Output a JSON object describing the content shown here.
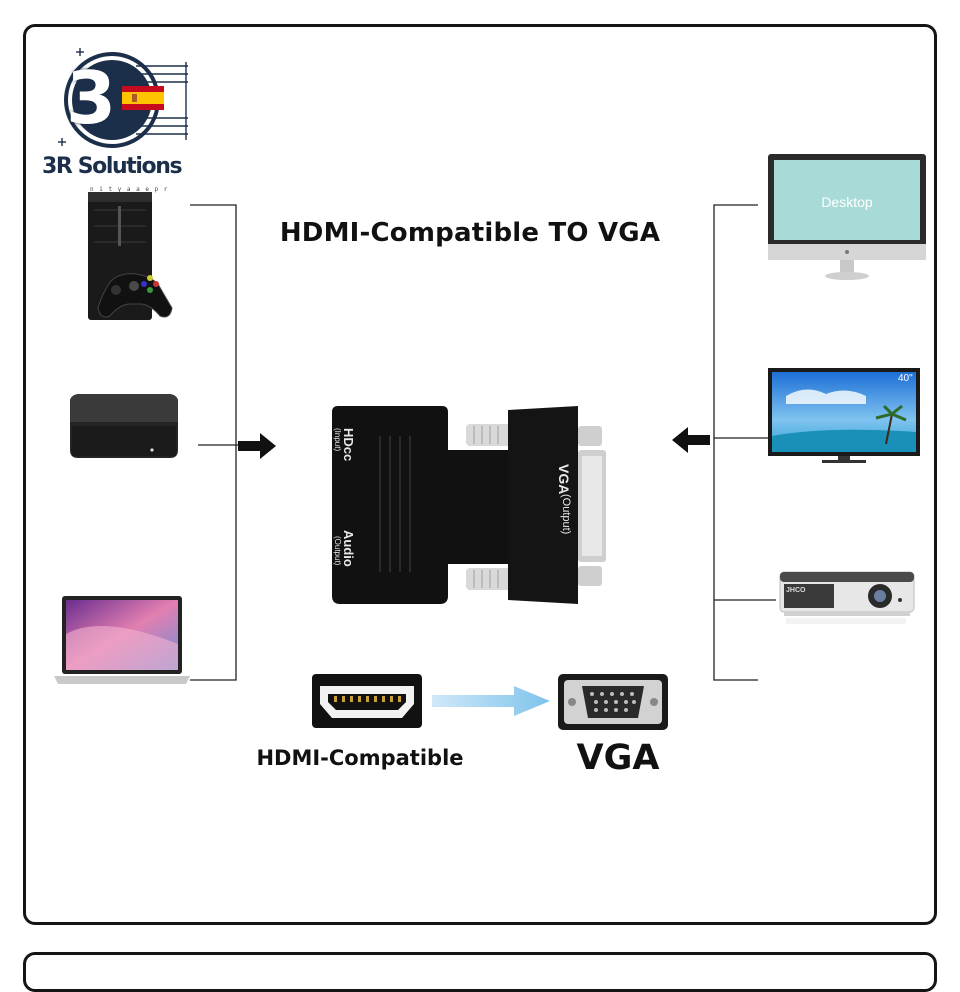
{
  "title": "HDMI-Compatible TO VGA",
  "logo": {
    "name": "3R Solutions",
    "digit": "3",
    "tagline": "n i t y a a e p r o"
  },
  "adapter": {
    "input_label": "HDcc",
    "input_sub": "(Input)",
    "audio_label": "Audio",
    "audio_sub": "(Output)",
    "output_label": "VGA",
    "output_sub": "(Output)"
  },
  "sources": [
    {
      "name": "game-console",
      "icon": "xbox-console-icon"
    },
    {
      "name": "tv-box",
      "icon": "set-top-box-icon"
    },
    {
      "name": "laptop",
      "icon": "laptop-icon"
    }
  ],
  "displays": [
    {
      "name": "monitor",
      "icon": "desktop-monitor-icon",
      "screen_text": "Desktop"
    },
    {
      "name": "tv",
      "icon": "television-icon",
      "screen_text": "40\""
    },
    {
      "name": "projector",
      "icon": "projector-icon",
      "brand_text": "JHCO"
    }
  ],
  "connectors": {
    "from_label": "HDMI-Compatible",
    "to_label": "VGA"
  },
  "colors": {
    "frame": "#151515",
    "adapter": "#111111",
    "flow_arrow": "#7fc3ec",
    "logo_navy": "#1c2f4a",
    "flag_red": "#c60b1e",
    "flag_yellow": "#ffc400"
  }
}
